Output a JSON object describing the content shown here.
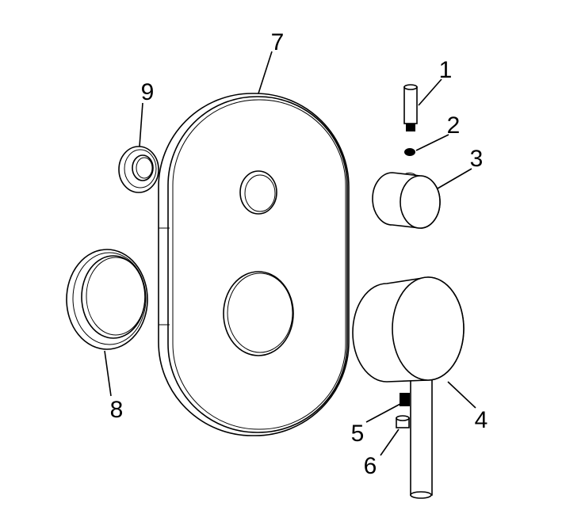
{
  "diagram": {
    "type": "exploded parts view",
    "callouts": [
      {
        "number": "1",
        "part": "rod"
      },
      {
        "number": "2",
        "part": "small-screw"
      },
      {
        "number": "3",
        "part": "knob"
      },
      {
        "number": "4",
        "part": "lever-handle"
      },
      {
        "number": "5",
        "part": "grub-screw"
      },
      {
        "number": "6",
        "part": "insert"
      },
      {
        "number": "7",
        "part": "cover-plate"
      },
      {
        "number": "8",
        "part": "large-ring"
      },
      {
        "number": "9",
        "part": "small-ring"
      }
    ],
    "line_color": "#000000",
    "background": "#ffffff"
  }
}
